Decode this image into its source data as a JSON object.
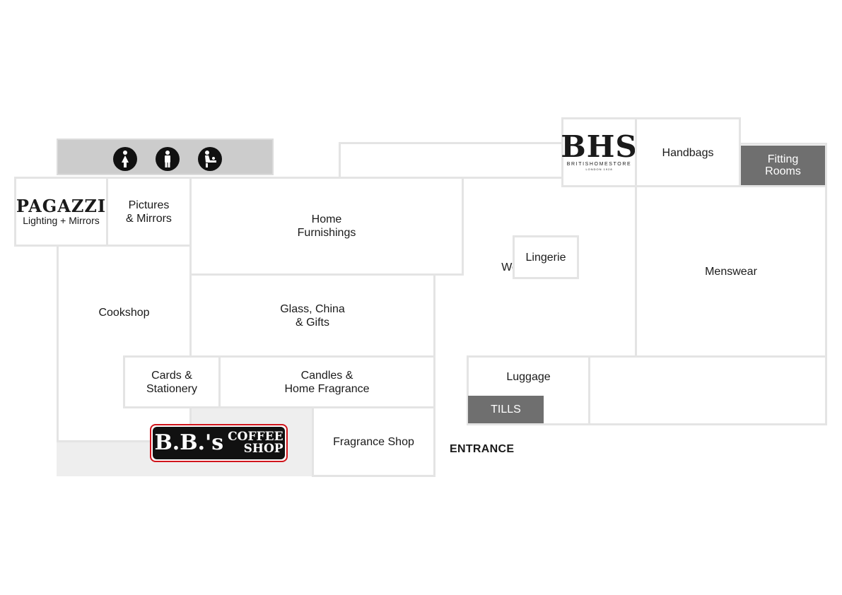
{
  "store": {
    "brand_logo": {
      "name": "BHS",
      "tagline": "BRITISHOMESTORE",
      "sub": "LONDON 1928"
    },
    "pagazzi": {
      "name": "PAGAZZI",
      "sub": "Lighting + Mirrors"
    },
    "coffee": {
      "name": "B.B.'s",
      "line1": "COFFEE",
      "line2": "SHOP"
    }
  },
  "departments": {
    "pictures": "Pictures\n& Mirrors",
    "home_furnishings": "Home\nFurnishings",
    "cookshop": "Cookshop",
    "glass_china": "Glass, China\n& Gifts",
    "cards": "Cards &\nStationery",
    "candles": "Candles &\nHome Fragrance",
    "fragrance_shop": "Fragrance Shop",
    "lingerie": "Lingerie",
    "womenswear": "Womenswear",
    "luggage": "Luggage",
    "handbags": "Handbags",
    "menswear": "Menswear",
    "fitting_rooms": "Fitting\nRooms",
    "tills": "TILLS"
  },
  "entrance": "ENTRANCE",
  "facilities": [
    "female-toilet-icon",
    "male-toilet-icon",
    "baby-change-icon"
  ],
  "colors": {
    "border": "#e4e4e4",
    "dark": "#6f6f6f",
    "toilet_bar": "#cccccc",
    "cafe_area": "#eeeeee",
    "coffee_red": "#d0141b"
  }
}
